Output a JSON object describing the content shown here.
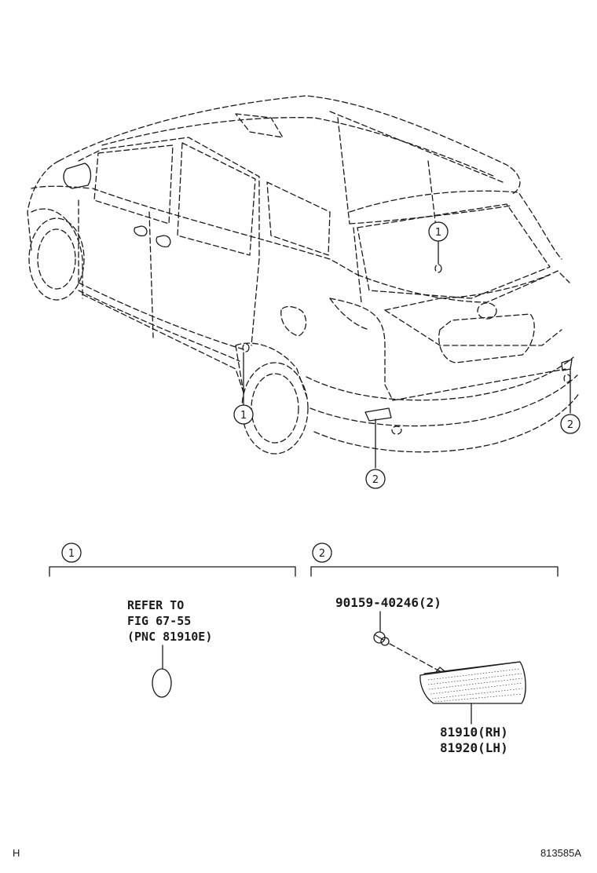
{
  "callouts": {
    "one": "1",
    "two": "2"
  },
  "panel_1": {
    "ref_line1": "REFER TO",
    "ref_line2": "FIG 67-55",
    "ref_line3": "(PNC 81910E)"
  },
  "panel_2": {
    "bolt_part": "90159-40246(2)",
    "reflector_rh": "81910(RH)",
    "reflector_lh": "81920(LH)"
  },
  "footer": {
    "left_code": "H",
    "right_code": "813585A"
  }
}
